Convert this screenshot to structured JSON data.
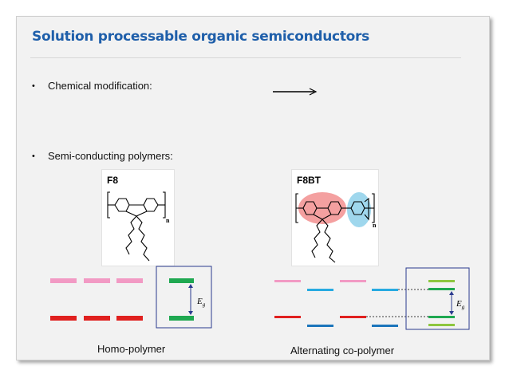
{
  "slide": {
    "title": "Solution processable organic semiconductors",
    "bullets": [
      {
        "symbol": "•",
        "text": "Chemical modification:"
      },
      {
        "symbol": "•",
        "text": "Semi-conducting polymers:"
      }
    ],
    "arrow_glyph": "→",
    "molecules": [
      {
        "label": "F8",
        "subscript": "n"
      },
      {
        "label": "F8BT",
        "subscript": "n"
      }
    ],
    "energy_label": "E",
    "energy_subscript": "g",
    "captions": [
      "Homo-polymer",
      "Alternating co-polymer"
    ],
    "colors": {
      "title": "#1f5faa",
      "homo_lumo": "#f29ac4",
      "homo_homo": "#e0201f",
      "green": "#1fa851",
      "light_green": "#8dc63f",
      "cyan": "#27aae1",
      "dark_blue": "#1b75bb",
      "box_border": "#2b3a8f",
      "red_highlight": "#f08080",
      "blue_highlight": "#87cde8"
    }
  }
}
